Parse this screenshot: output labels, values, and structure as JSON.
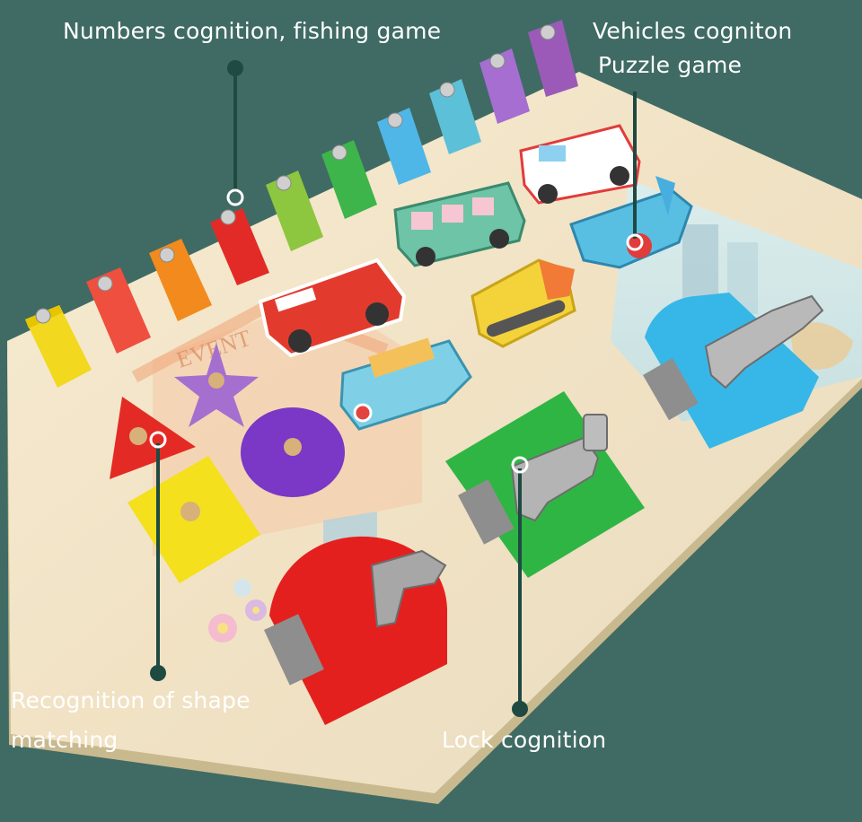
{
  "labels": {
    "numbers": "Numbers cognition, fishing game",
    "vehicles_line1": "Vehicles cogniton",
    "vehicles_line2": "Puzzle game",
    "shape_line1": "Recognition of shape",
    "shape_line2": "matching",
    "lock": "Lock cognition"
  },
  "colors": {
    "background": "#3f6b64",
    "leader": "#1e4a42",
    "label_text": "#ffffff",
    "board": "#f2ead2"
  },
  "board_sign": "EVENT"
}
